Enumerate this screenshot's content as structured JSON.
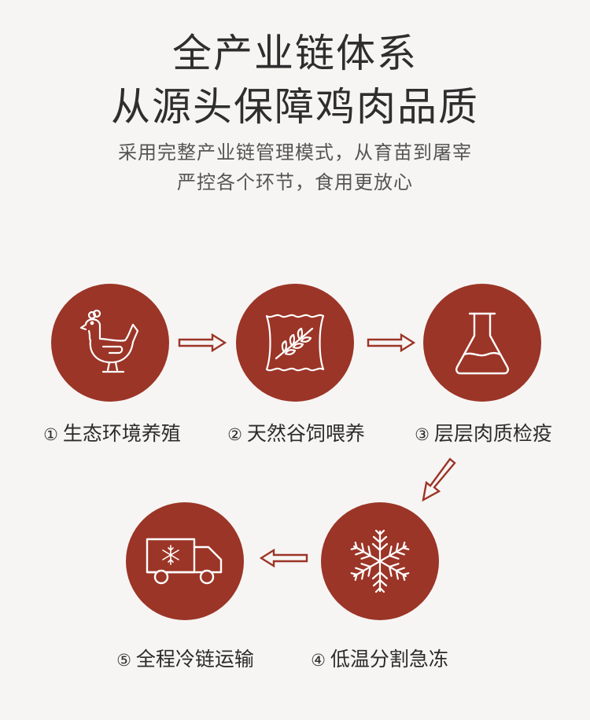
{
  "header": {
    "title_line1": "全产业链体系",
    "title_line2": "从源头保障鸡肉品质",
    "subtitle_line1": "采用完整产业链管理模式，从育苗到屠宰",
    "subtitle_line2": "严控各个环节，食用更放心"
  },
  "colors": {
    "circle": "#9b3527",
    "arrow_stroke": "#9b3527",
    "background": "#f7f5f4"
  },
  "steps": [
    {
      "num": "①",
      "label": "生态环境养殖",
      "icon": "chicken-icon"
    },
    {
      "num": "②",
      "label": "天然谷饲喂养",
      "icon": "grain-bag-icon"
    },
    {
      "num": "③",
      "label": "层层肉质检疫",
      "icon": "flask-icon"
    },
    {
      "num": "④",
      "label": "低温分割急冻",
      "icon": "snowflake-icon"
    },
    {
      "num": "⑤",
      "label": "全程冷链运输",
      "icon": "refrigerated-truck-icon"
    }
  ]
}
